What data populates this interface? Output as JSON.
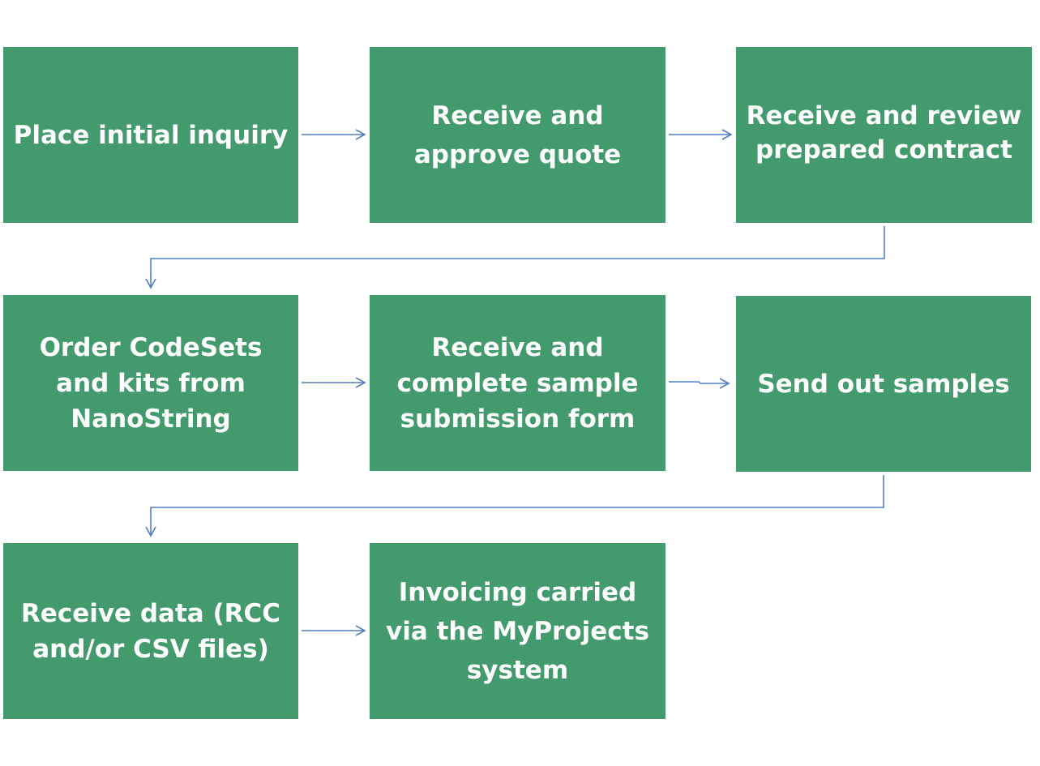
{
  "steps": [
    {
      "label": "Place initial inquiry"
    },
    {
      "label": "Receive and\napprove quote"
    },
    {
      "label": "Receive and review\nprepared contract"
    },
    {
      "label": "Order CodeSets\nand kits from\nNanoString"
    },
    {
      "label": "Receive and\ncomplete sample\nsubmission form"
    },
    {
      "label": "Send out samples"
    },
    {
      "label": "Receive data (RCC\nand/or CSV files)"
    },
    {
      "label": "Invoicing carried\nvia the MyProjects\nsystem"
    }
  ],
  "colors": {
    "box": "#439b6d",
    "text": "#ffffff",
    "connector": "#4f7fbf"
  }
}
